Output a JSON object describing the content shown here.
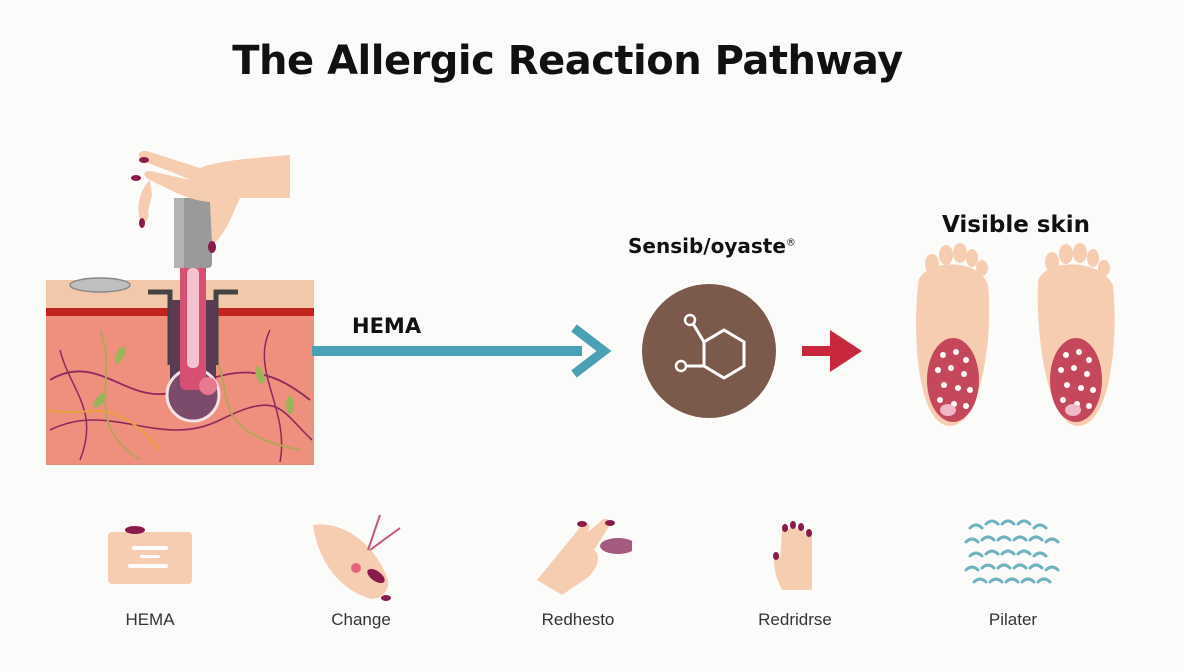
{
  "title": "The Allergic Reaction Pathway",
  "pathway": {
    "arrow_label": "HEMA",
    "molecule_label": "Sensib/oyaste",
    "molecule_label_mark": "®",
    "result_label": "Visible skin"
  },
  "stages": [
    {
      "label": "HEMA",
      "icon": "skin-patch-icon"
    },
    {
      "label": "Change",
      "icon": "hand-dropper-icon"
    },
    {
      "label": "Redhesto",
      "icon": "hand-rash-icon"
    },
    {
      "label": "Redridrse",
      "icon": "raised-hand-icon"
    },
    {
      "label": "Pilater",
      "icon": "texture-pattern-icon"
    }
  ],
  "colors": {
    "skin": "#f5cfae",
    "dermis": "#ef8f7e",
    "arrow_blue": "#4aa0b5",
    "arrow_red": "#c8283c",
    "molecule": "#7b5a4b",
    "nail": "#8a1c4c",
    "rash": "#c5475b"
  }
}
